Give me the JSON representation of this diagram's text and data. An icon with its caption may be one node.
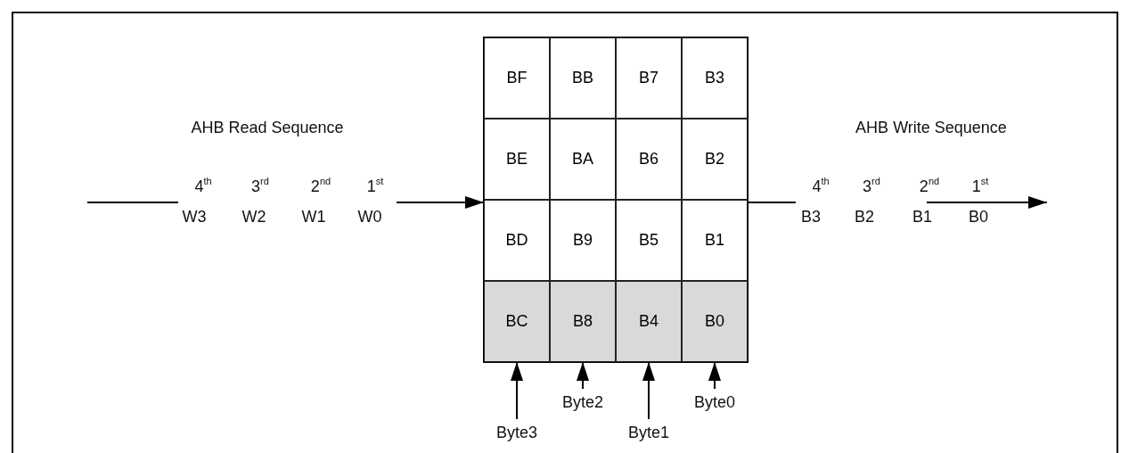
{
  "diagram": {
    "nodes": [
      {
        "text": [],
        "shape": "box"
      },
      {
        "text": [
          "BF"
        ],
        "in": 0
      },
      {
        "text": [
          "BB"
        ],
        "in": 0
      },
      {
        "text": [
          "B7"
        ],
        "in": 0
      },
      {
        "text": [
          "B3"
        ],
        "in": 0
      },
      {
        "text": [
          "BE"
        ],
        "in": 0
      },
      {
        "text": [
          "BA"
        ],
        "in": 0
      },
      {
        "text": [
          "B6"
        ],
        "in": 0
      },
      {
        "text": [
          "B2"
        ],
        "in": 0
      },
      {
        "text": [
          "BD"
        ],
        "in": 0
      },
      {
        "text": [
          "B9"
        ],
        "in": 0
      },
      {
        "text": [
          "B5"
        ],
        "in": 0
      },
      {
        "text": [
          "B1"
        ],
        "in": 0
      },
      {
        "text": [
          "BC"
        ],
        "in": 0
      },
      {
        "text": [
          "B8"
        ],
        "in": 0
      },
      {
        "text": [
          "B4"
        ],
        "in": 0
      },
      {
        "text": [
          "B0"
        ],
        "in": 0
      },
      {
        "text": [
          "Byte2"
        ]
      },
      {
        "text": [
          "Byte0"
        ]
      },
      {
        "text": [
          "Byte3"
        ]
      },
      {
        "text": [
          "Byte1"
        ]
      }
    ],
    "edges": [
      {
        "from": null,
        "to": 0,
        "arrow": "to"
      },
      {
        "from": 0,
        "to": null,
        "arrow": "to"
      },
      {
        "from": 17,
        "to": 14,
        "arrow": "to"
      },
      {
        "from": 18,
        "to": 16,
        "arrow": "to"
      },
      {
        "from": 19,
        "to": 13,
        "arrow": "to"
      },
      {
        "from": 20,
        "to": 15,
        "arrow": "to"
      }
    ],
    "labels": [
      "AHB Read Sequence",
      "AHB Write Sequence",
      "4$^{th}$",
      "3$^{rd}$",
      "2$^{nd}$",
      "1$^{st}$",
      "4$^{th}$",
      "3$^{rd}$",
      "2$^{nd}$",
      "1$^{st}$",
      "W3",
      "W2",
      "W1",
      "W0",
      "B3",
      "B2",
      "B1",
      "B0"
    ]
  }
}
